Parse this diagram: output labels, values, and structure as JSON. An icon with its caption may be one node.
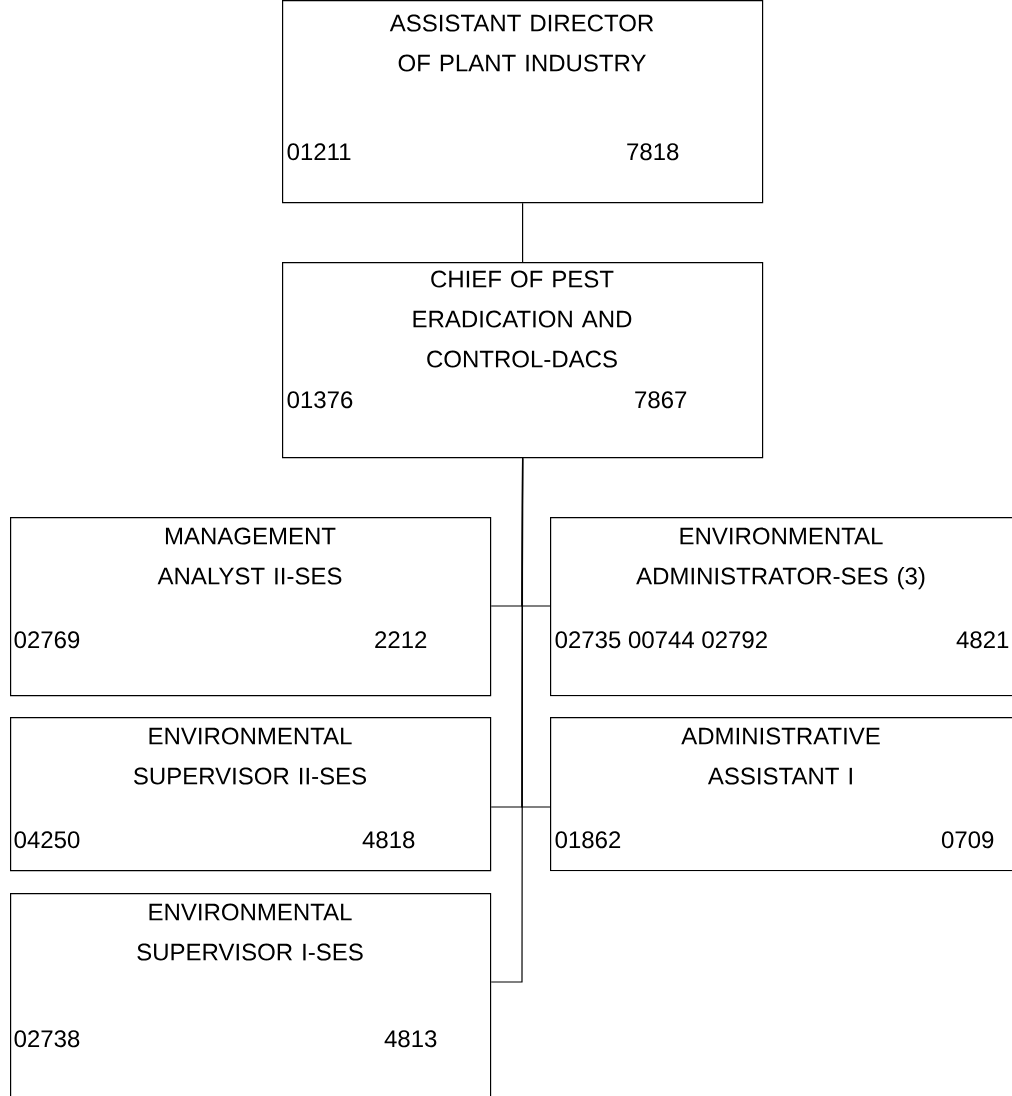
{
  "diagram": {
    "nodes": [
      {
        "text": [
          "ASSISTANT DIRECTOR OF PLANT INDUSTRY",
          "01211",
          "7818"
        ]
      },
      {
        "text": [
          "CHIEF OF PEST ERADICATION AND CONTROL-DACS",
          "01376",
          "7867"
        ]
      },
      {
        "text": [
          "MANAGEMENT ANALYST II-SES",
          "02769",
          "2212"
        ]
      },
      {
        "text": [
          "ENVIRONMENTAL ADMINISTRATOR-SES (3)",
          "02735 00744 02792",
          "4821"
        ]
      },
      {
        "text": [
          "ENVIRONMENTAL SUPERVISOR II-SES",
          "04250",
          "4818"
        ]
      },
      {
        "text": [
          "ADMINISTRATIVE ASSISTANT I",
          "01862",
          "0709"
        ]
      },
      {
        "text": [
          "ENVIRONMENTAL SUPERVISOR I-SES",
          "02738",
          "4813"
        ]
      }
    ],
    "edges": [
      {
        "from": 0,
        "to": 1,
        "arrow": "none"
      },
      {
        "from": 1,
        "to": 2,
        "arrow": "none"
      },
      {
        "from": 1,
        "to": 3,
        "arrow": "none"
      },
      {
        "from": 1,
        "to": 4,
        "arrow": "none"
      },
      {
        "from": 1,
        "to": 5,
        "arrow": "none"
      },
      {
        "from": 1,
        "to": 6,
        "arrow": "none"
      }
    ]
  }
}
